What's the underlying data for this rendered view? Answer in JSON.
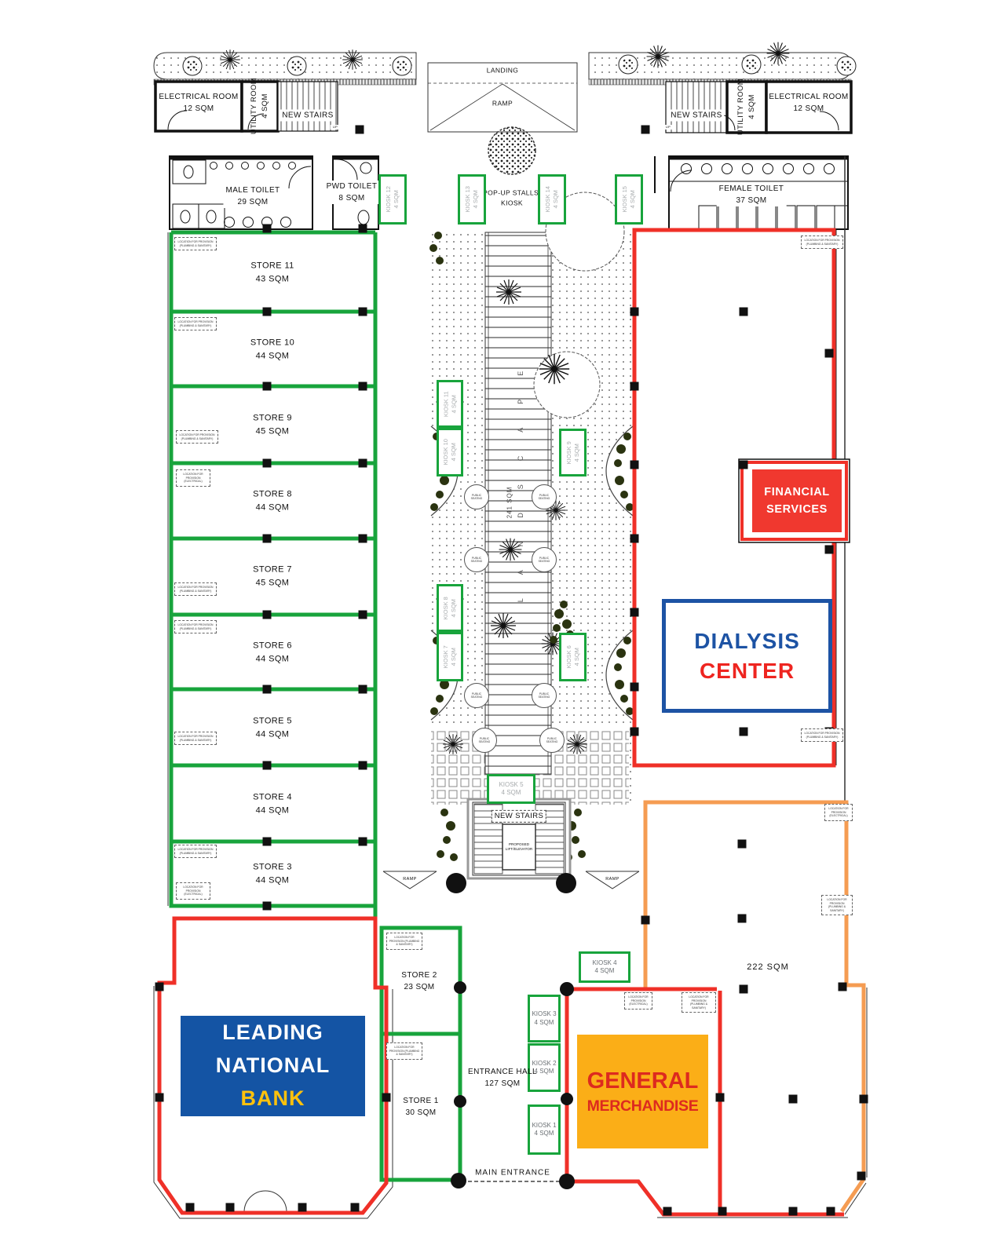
{
  "palette": {
    "available_green": "#18A43C",
    "leased_red": "#EF3028",
    "reserved_orange": "#F59C52",
    "bank_blue": "#1454A4",
    "bank_gold": "#FFC20D",
    "dialysis_blue": "#1D53A4",
    "accent_red": "#EE2520",
    "merch_amber": "#FBAE17"
  },
  "top": {
    "landing": "LANDING",
    "ramp": "RAMP",
    "stairs": "NEW STAIRS",
    "up": "UP",
    "electrical_name": "ELECTRICAL ROOM",
    "electrical_area": "12 SQM",
    "utility_name": "UTILITY ROOM",
    "utility_area": "4 SQM"
  },
  "toilets": {
    "male_name": "MALE TOILET",
    "male_area": "29 SQM",
    "pwd_name": "PWD TOILET",
    "pwd_area": "8 SQM",
    "female_name": "FEMALE TOILET",
    "female_area": "37 SQM"
  },
  "popup": {
    "line1": "POP-UP STALLS/",
    "line2": "KIOSK"
  },
  "stores": [
    {
      "name": "STORE 11",
      "area": "43 SQM"
    },
    {
      "name": "STORE 10",
      "area": "44 SQM"
    },
    {
      "name": "STORE 9",
      "area": "45 SQM"
    },
    {
      "name": "STORE 8",
      "area": "44 SQM"
    },
    {
      "name": "STORE 7",
      "area": "45 SQM"
    },
    {
      "name": "STORE 6",
      "area": "44 SQM"
    },
    {
      "name": "STORE 5",
      "area": "44 SQM"
    },
    {
      "name": "STORE 4",
      "area": "44 SQM"
    },
    {
      "name": "STORE 3",
      "area": "44 SQM"
    },
    {
      "name": "STORE 2",
      "area": "23 SQM"
    },
    {
      "name": "STORE 1",
      "area": "30 SQM"
    }
  ],
  "kiosks": [
    {
      "name": "KIOSK 1",
      "area": "4 SQM"
    },
    {
      "name": "KIOSK 2",
      "area": "4 SQM"
    },
    {
      "name": "KIOSK 3",
      "area": "4 SQM"
    },
    {
      "name": "KIOSK 4",
      "area": "4 SQM"
    },
    {
      "name": "KIOSK 5",
      "area": "4 SQM"
    },
    {
      "name": "KIOSK 6",
      "area": "4 SQM"
    },
    {
      "name": "KIOSK 7",
      "area": "4 SQM"
    },
    {
      "name": "KIOSK 8",
      "area": "4 SQM"
    },
    {
      "name": "KIOSK 9",
      "area": "4 SQM"
    },
    {
      "name": "KIOSK 10",
      "area": "4 SQM"
    },
    {
      "name": "KIOSK 11",
      "area": "4 SQM"
    },
    {
      "name": "KIOSK 12",
      "area": "4 SQM"
    },
    {
      "name": "KIOSK 13",
      "area": "4 SQM"
    },
    {
      "name": "KIOSK 14",
      "area": "4 SQM"
    },
    {
      "name": "KIOSK 15",
      "area": "4 SQM"
    }
  ],
  "center": {
    "plaza_word": "LANDSCAPE",
    "plaza_area": "241 SQM",
    "seating": "PUBLIC SEATING",
    "stairs": "NEW STAIRS",
    "lift_line1": "PROPOSED",
    "lift_line2": "LIFT/ELEVATOR",
    "ramp": "RAMP"
  },
  "tenants": {
    "financial_line1": "FINANCIAL",
    "financial_line2": "SERVICES",
    "dialysis_line1": "DIALYSIS",
    "dialysis_line2": "CENTER",
    "bank_line1": "LEADING",
    "bank_line2a": "NATIONAL ",
    "bank_line2b": "BANK",
    "merch_line1": "GENERAL",
    "merch_line2": "MERCHANDISE"
  },
  "areas": {
    "open_area": "222 SQM",
    "entrance_hall_name": "ENTRANCE HALL",
    "entrance_hall_area": "127 SQM",
    "main_entrance": "MAIN ENTRANCE"
  },
  "provisions": {
    "plumbing": "LOCATION FOR PROVISION (PLUMBING & SANITARY)",
    "electrical": "LOCATION FOR PROVISION (ELECTRICAL)"
  }
}
